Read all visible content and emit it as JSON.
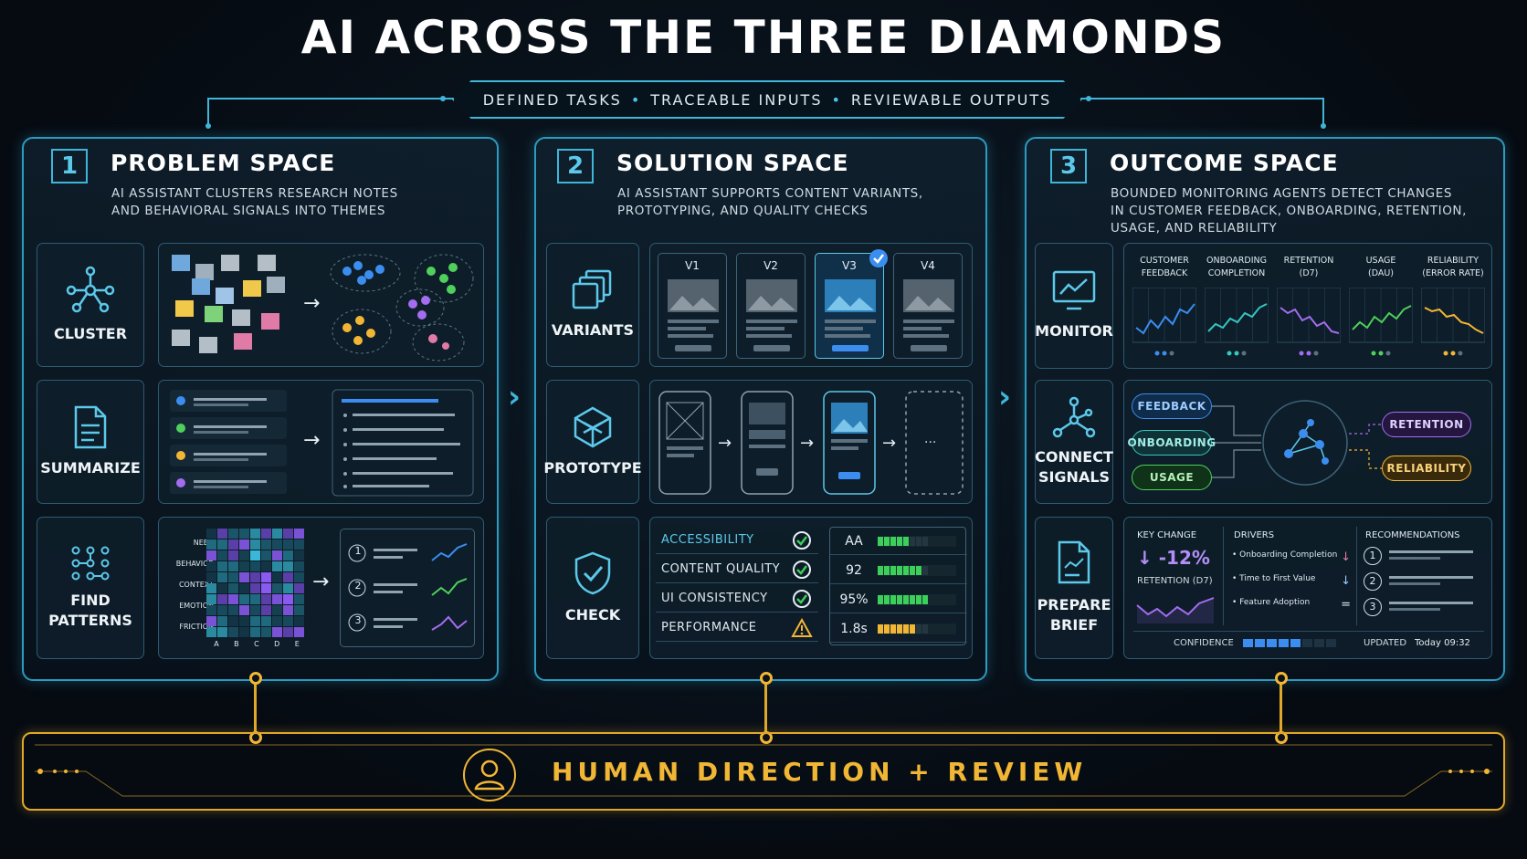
{
  "title": "AI ACROSS THE THREE DIAMONDS",
  "ribbon": {
    "items": [
      "DEFINED TASKS",
      "TRACEABLE INPUTS",
      "REVIEWABLE OUTPUTS"
    ],
    "separator": "•"
  },
  "panels": [
    {
      "number": "1",
      "title": "PROBLEM SPACE",
      "subtitle_lines": [
        "AI ASSISTANT CLUSTERS RESEARCH NOTES",
        "AND BEHAVIORAL SIGNALS INTO THEMES"
      ],
      "steps": [
        {
          "label": "CLUSTER",
          "icon": "cluster-network-icon"
        },
        {
          "label": "SUMMARIZE",
          "icon": "document-icon"
        },
        {
          "label_lines": [
            "FIND",
            "PATTERNS"
          ],
          "icon": "dot-grid-icon"
        }
      ],
      "heatmap_rows": [
        "NEED",
        "BEHAVIOR",
        "CONTEXT",
        "EMOTION",
        "FRICTION"
      ],
      "heatmap_cols": [
        "A",
        "B",
        "C",
        "D",
        "E"
      ],
      "pattern_list": [
        "1",
        "2",
        "3"
      ]
    },
    {
      "number": "2",
      "title": "SOLUTION SPACE",
      "subtitle_lines": [
        "AI ASSISTANT SUPPORTS CONTENT VARIANTS,",
        "PROTOTYPING, AND QUALITY CHECKS"
      ],
      "steps": [
        {
          "label": "VARIANTS",
          "icon": "stacked-windows-icon"
        },
        {
          "label": "PROTOTYPE",
          "icon": "cube-icon"
        },
        {
          "label": "CHECK",
          "icon": "shield-check-icon"
        }
      ],
      "variants": [
        "V1",
        "V2",
        "V3",
        "V4"
      ],
      "selected_variant": "V3",
      "prototype_more": "...",
      "checks": [
        {
          "name": "ACCESSIBILITY",
          "status": "pass",
          "value": "AA",
          "fill": 0.6,
          "color": "#3ccf5a"
        },
        {
          "name": "CONTENT QUALITY",
          "status": "pass",
          "value": "92",
          "fill": 0.92,
          "color": "#3ccf5a"
        },
        {
          "name": "UI CONSISTENCY",
          "status": "pass",
          "value": "95%",
          "fill": 0.95,
          "color": "#3ccf5a"
        },
        {
          "name": "PERFORMANCE",
          "status": "warning",
          "value": "1.8s",
          "fill": 0.75,
          "color": "#f2b635"
        }
      ]
    },
    {
      "number": "3",
      "title": "OUTCOME SPACE",
      "subtitle_lines": [
        "BOUNDED MONITORING AGENTS DETECT CHANGES",
        "IN CUSTOMER FEEDBACK, ONBOARDING, RETENTION,",
        "USAGE, AND RELIABILITY"
      ],
      "steps": [
        {
          "label": "MONITOR",
          "icon": "monitor-chart-icon"
        },
        {
          "label_lines": [
            "CONNECT",
            "SIGNALS"
          ],
          "icon": "network-icon"
        },
        {
          "label_lines": [
            "PREPARE",
            "BRIEF"
          ],
          "icon": "brief-document-icon"
        }
      ],
      "metrics": [
        {
          "lines": [
            "CUSTOMER",
            "FEEDBACK"
          ],
          "color": "#3b8df0"
        },
        {
          "lines": [
            "ONBOARDING",
            "COMPLETION"
          ],
          "color": "#35c7c0"
        },
        {
          "lines": [
            "RETENTION",
            "(D7)"
          ],
          "color": "#a46df0"
        },
        {
          "lines": [
            "USAGE",
            "(DAU)"
          ],
          "color": "#4fd05a"
        },
        {
          "lines": [
            "RELIABILITY",
            "(ERROR RATE)"
          ],
          "color": "#f2b635"
        }
      ],
      "signals_in": [
        "FEEDBACK",
        "ONBOARDING",
        "USAGE"
      ],
      "signals_out": [
        "RETENTION",
        "RELIABILITY"
      ],
      "brief": {
        "key_change_label": "KEY CHANGE",
        "key_change_value": "↓ -12%",
        "key_change_metric": "RETENTION (D7)",
        "drivers_label": "DRIVERS",
        "drivers": [
          {
            "name": "Onboarding Completion",
            "trend": "↓"
          },
          {
            "name": "Time to First Value",
            "trend": "↓"
          },
          {
            "name": "Feature Adoption",
            "trend": "="
          }
        ],
        "recommendations_label": "RECOMMENDATIONS",
        "recommendations": [
          "1",
          "2",
          "3"
        ],
        "confidence_label": "CONFIDENCE",
        "confidence": 0.65,
        "updated_label": "UPDATED",
        "updated_value": "Today 09:32"
      }
    }
  ],
  "human": {
    "label": "HUMAN DIRECTION + REVIEW"
  },
  "colors": {
    "accent": "#3fb6d8",
    "gold": "#f2b635",
    "green": "#3ccf5a"
  }
}
